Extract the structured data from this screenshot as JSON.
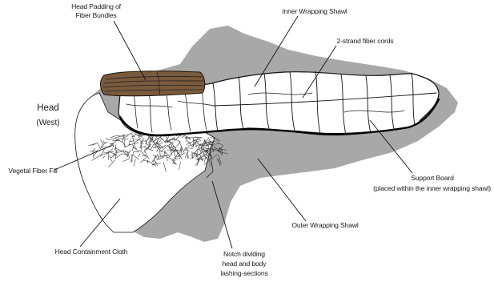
{
  "labels": {
    "head_padding": [
      "Head Padding of",
      "Fiber Bundles"
    ],
    "inner_wrapping_shawl": "Inner Wrapping Shawl",
    "fiber_cords": "2-strand fiber cords",
    "head": "Head",
    "head_direction": "(West)",
    "vegetal_fiber_fill": "Vegetal Fiber Fill",
    "support_board": "Support Board",
    "support_board_note": "(placed within the inner wrapping shawl)",
    "outer_wrapping_shawl": "Outer Wrapping Shawl",
    "head_containment_cloth": "Head Containment Cloth",
    "notch": [
      "Notch dividing",
      "head and body",
      "lashing-sections"
    ]
  },
  "colors": {
    "outer_shawl": "#a8a8a8",
    "head_padding": "#7a5a3d",
    "fiber": "#3b3b3b",
    "cloth": "#ffffff"
  }
}
